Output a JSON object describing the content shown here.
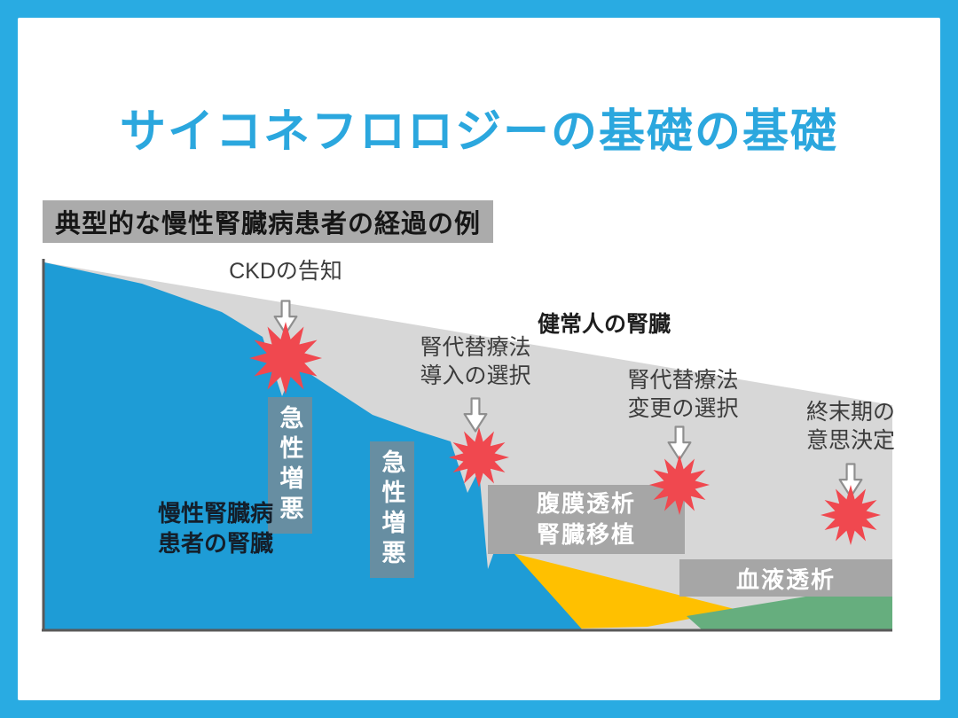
{
  "slide": {
    "title": "サイコネフロロジーの基礎の基礎",
    "caption": "典型的な慢性腎臓病患者の経過の例"
  },
  "diagram": {
    "areas": {
      "healthy_label": "健常人の腎臓",
      "patient_label_line1": "慢性腎臓病",
      "patient_label_line2": "患者の腎臓"
    },
    "events": {
      "ckd_notice": "CKDの告知",
      "rrt_intro_line1": "腎代替療法",
      "rrt_intro_line2": "導入の選択",
      "rrt_change_line1": "腎代替療法",
      "rrt_change_line2": "変更の選択",
      "end_of_life_line1": "終末期の",
      "end_of_life_line2": "意思決定"
    },
    "episodes": {
      "acute_worsening_1": "急性増悪",
      "acute_worsening_2": "急性増悪"
    },
    "therapies": {
      "pd_line1": "腹膜透析",
      "pd_line2": "腎臓移植",
      "hd": "血液透析"
    },
    "colors": {
      "frame_cyan": "#29ABE2",
      "title_blue": "#2BA7DE",
      "healthy_gray": "#D7D7D7",
      "patient_blue": "#1E9CD6",
      "starburst_red": "#F0484F",
      "therapy_box_gray": "#A6A6A6",
      "caption_gray": "#ABABAB",
      "dialysis_yellow": "#FFC000",
      "transplant_green": "#66AE7E",
      "axis_gray": "#595959"
    }
  }
}
